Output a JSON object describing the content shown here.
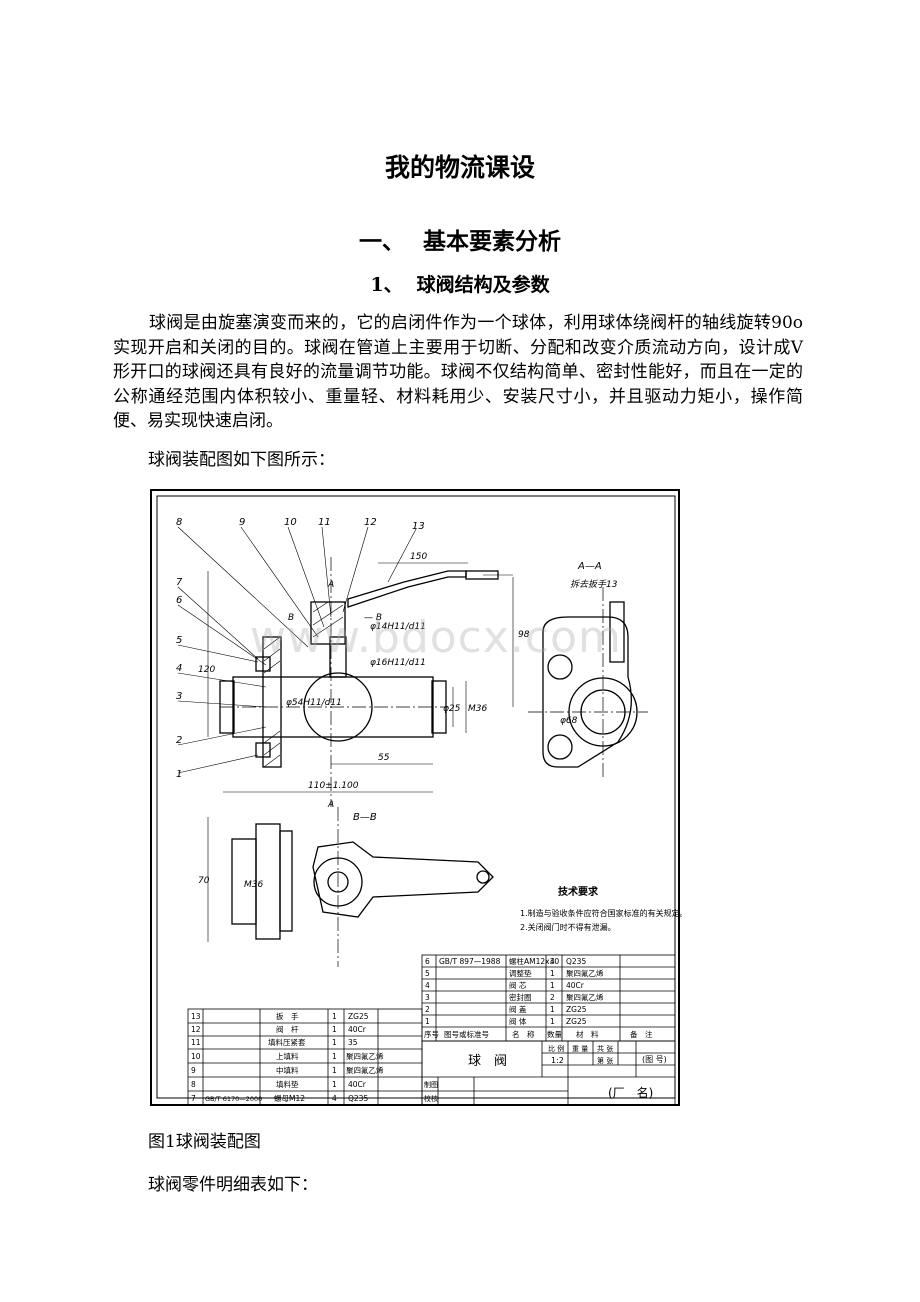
{
  "document": {
    "title": "我的物流课设",
    "section": {
      "number": "一、",
      "title": "基本要素分析"
    },
    "subsection": {
      "number": "1、",
      "title": "球阀结构及参数"
    },
    "paragraph": "球阀是由旋塞演变而来的，它的启闭件作为一个球体，利用球体绕阀杆的轴线旋转90o实现开启和关闭的目的。球阀在管道上主要用于切断、分配和改变介质流动方向，设计成V形开口的球阀还具有良好的流量调节功能。球阀不仅结构简单、密封性能好，而且在一定的公称通经范围内体积较小、重量轻、材料耗用少、安装尺寸小，并且驱动力矩小，操作简便、易实现快速启闭。",
    "figure_intro": "球阀装配图如下图所示：",
    "figure_caption": "图1球阀装配图",
    "table_intro": "球阀零件明细表如下：",
    "watermark": "www.bdocx.com"
  },
  "drawing": {
    "part_numbers": [
      "1",
      "2",
      "3",
      "4",
      "5",
      "6",
      "7",
      "8",
      "9",
      "10",
      "11",
      "12",
      "13"
    ],
    "dims": {
      "d150": "150",
      "d98": "98",
      "d120": "120",
      "d55": "55",
      "d110": "110±1.100",
      "d70": "70",
      "m36": "M36",
      "phi25": "φ25",
      "phi68": "φ68",
      "fit14": "φ14H11/d11",
      "fit16": "φ16H11/d11",
      "fit54": "φ54H11/d11",
      "A": "A",
      "B": "B",
      "B2": "— B"
    },
    "views": {
      "aa": "A—A",
      "aa_note": "拆去扳手13",
      "bb": "B—B"
    },
    "tech": {
      "title": "技术要求",
      "lines": [
        "1.制造与验收条件应符合国家标准的有关规定。",
        "2.关闭阀门时不得有泄漏。"
      ]
    },
    "bom_right": [
      [
        "6",
        "GB/T 897—1988",
        "螺柱AM12x30",
        "4",
        "Q235",
        ""
      ],
      [
        "5",
        "",
        "调整垫",
        "1",
        "聚四氟乙烯",
        ""
      ],
      [
        "4",
        "",
        "阀 芯",
        "1",
        "40Cr",
        ""
      ],
      [
        "3",
        "",
        "密封圈",
        "2",
        "聚四氟乙烯",
        ""
      ],
      [
        "2",
        "",
        "阀 盖",
        "1",
        "ZG25",
        ""
      ],
      [
        "1",
        "",
        "阀 体",
        "1",
        "ZG25",
        ""
      ]
    ],
    "bom_right_header": [
      "序号",
      "图号或标准号",
      "名　称",
      "数量",
      "材　料",
      "备　注"
    ],
    "bom_left": [
      [
        "13",
        "",
        "扳　手",
        "1",
        "ZG25"
      ],
      [
        "12",
        "",
        "阀　杆",
        "1",
        "40Cr"
      ],
      [
        "11",
        "",
        "填料压紧套",
        "1",
        "35"
      ],
      [
        "10",
        "",
        "上填料",
        "1",
        "聚四氟乙烯"
      ],
      [
        "9",
        "",
        "中填料",
        "1",
        "聚四氟乙烯"
      ],
      [
        "8",
        "",
        "填料垫",
        "1",
        "40Cr"
      ],
      [
        "7",
        "GB/T 6170—2000",
        "螺母M12",
        "4",
        "Q235"
      ]
    ],
    "title_block": {
      "name": "球　阀",
      "scale_label": "比 例",
      "weight_label": "重 量",
      "total_label": "共 张",
      "drawing_no": "(图 号)",
      "scale": "1:2",
      "sheet": "第 张",
      "drawn": "制图",
      "checked": "校核",
      "factory": "(厂　名)"
    }
  }
}
